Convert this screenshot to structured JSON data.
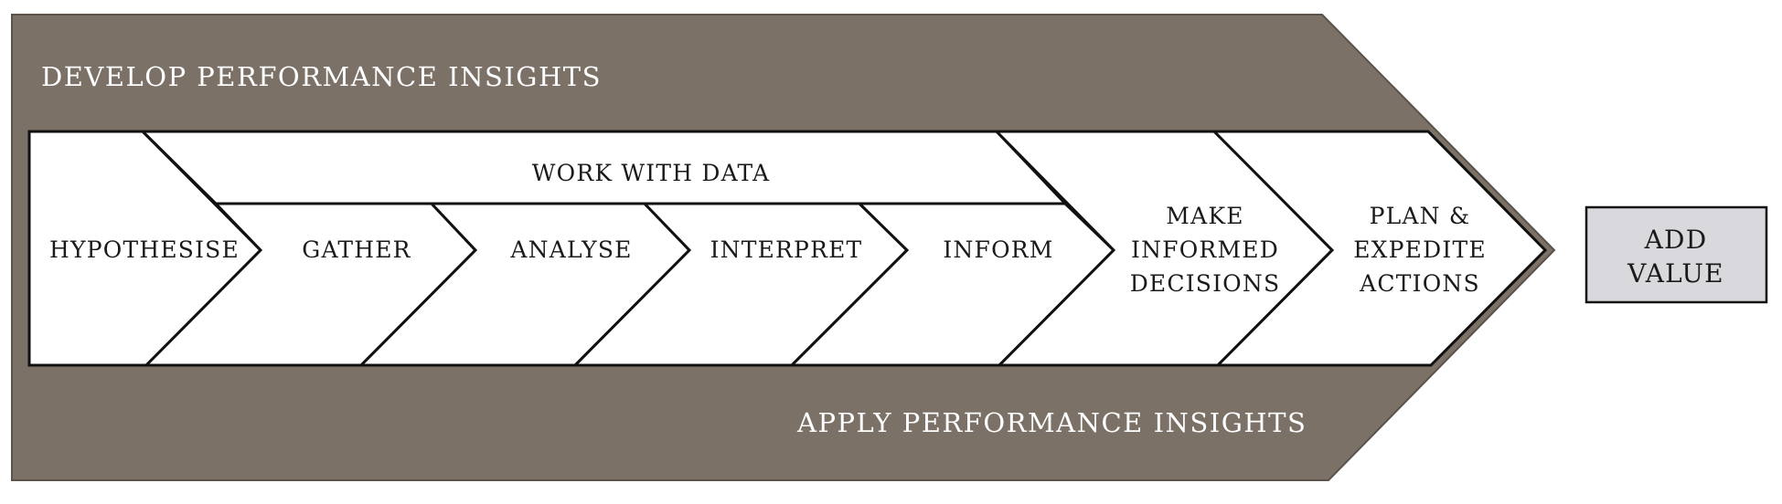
{
  "bands": {
    "top": "DEVELOP PERFORMANCE INSIGHTS",
    "bottom": "APPLY PERFORMANCE INSIGHTS"
  },
  "work_with_data": "WORK WITH DATA",
  "stages": [
    {
      "lines": [
        "HYPOTHESISE"
      ]
    },
    {
      "lines": [
        "GATHER"
      ]
    },
    {
      "lines": [
        "ANALYSE"
      ]
    },
    {
      "lines": [
        "INTERPRET"
      ]
    },
    {
      "lines": [
        "INFORM"
      ]
    },
    {
      "lines": [
        "MAKE",
        "INFORMED",
        "DECISIONS"
      ]
    },
    {
      "lines": [
        "PLAN &",
        "EXPEDITE",
        "ACTIONS"
      ]
    }
  ],
  "outcome": {
    "lines": [
      "ADD",
      "VALUE"
    ]
  },
  "colors": {
    "band": "#7b7167",
    "band_shadow": "#5a524b",
    "stage_fill": "#ffffff",
    "stroke": "#111111",
    "outcome_fill": "#d9d9dd"
  }
}
